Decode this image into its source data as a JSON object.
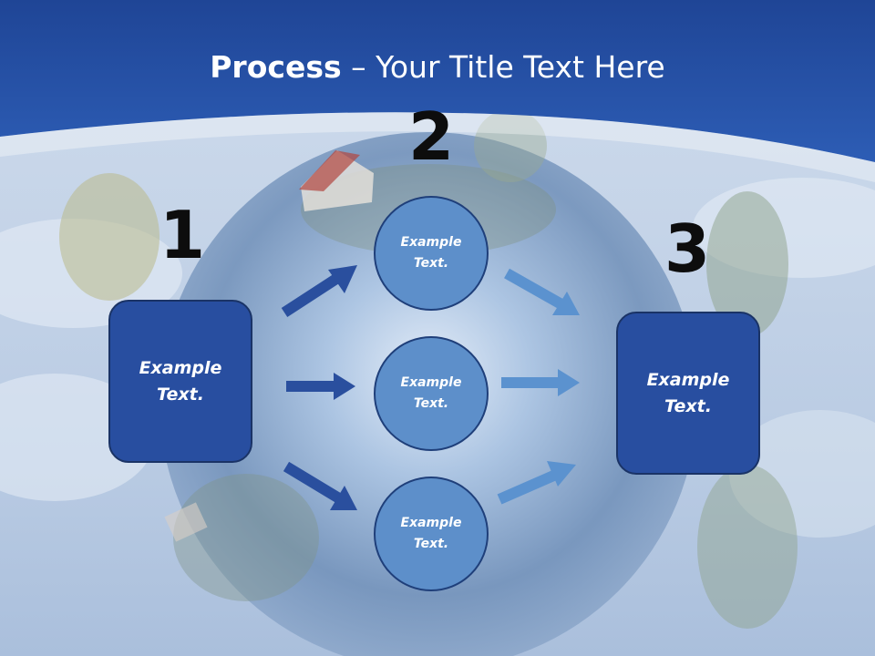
{
  "title": {
    "bold": "Process",
    "rest": " – Your Title Text Here"
  },
  "steps": {
    "one": {
      "number": "1",
      "text": "Example\nText."
    },
    "two": {
      "number": "2"
    },
    "three": {
      "number": "3",
      "text": "Example\nText."
    }
  },
  "circles": [
    {
      "text": "Example\nText."
    },
    {
      "text": "Example\nText."
    },
    {
      "text": "Example\nText."
    }
  ],
  "colors": {
    "header": "#2a55a8",
    "box": "#284ea0",
    "circle": "#5d8fca",
    "arrow_dark": "#2a4f9e",
    "arrow_light": "#5b92cf"
  }
}
